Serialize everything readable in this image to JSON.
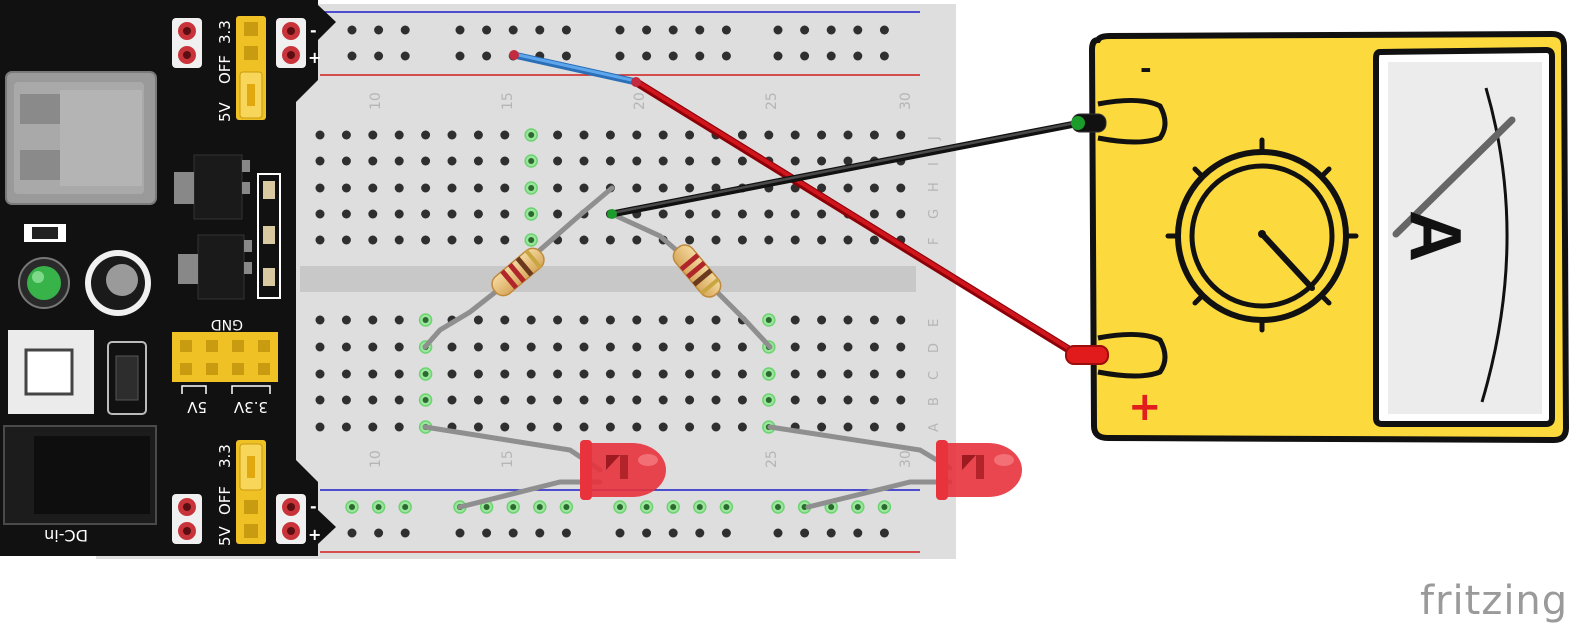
{
  "power_module": {
    "jumper_top_labels": [
      "5V",
      "OFF",
      "3.3"
    ],
    "jumper_bottom_labels": [
      "5V",
      "OFF",
      "3.3"
    ],
    "gnd_label": "GND",
    "header_labels": [
      "5V",
      "3.3V"
    ],
    "dc_in_label": "DC-in",
    "rail_minus": "-",
    "rail_plus": "+"
  },
  "breadboard": {
    "column_numbers": [
      "10",
      "15",
      "20",
      "25",
      "30"
    ],
    "row_letters_top": [
      "J",
      "I",
      "H",
      "G",
      "F"
    ],
    "row_letters_bottom": [
      "E",
      "D",
      "C",
      "B",
      "A"
    ]
  },
  "ammeter": {
    "unit_symbol": "A",
    "minus_label": "-",
    "plus_label": "+"
  },
  "brand": "fritzing",
  "colors": {
    "board_black": "#111111",
    "jumper_yellow": "#efc125",
    "breadboard": "#dedede",
    "meter_yellow": "#fcd93c",
    "wire_red": "#c0000b",
    "wire_black": "#222222",
    "wire_blue": "#418dd9",
    "led_red": "#e8323c"
  }
}
